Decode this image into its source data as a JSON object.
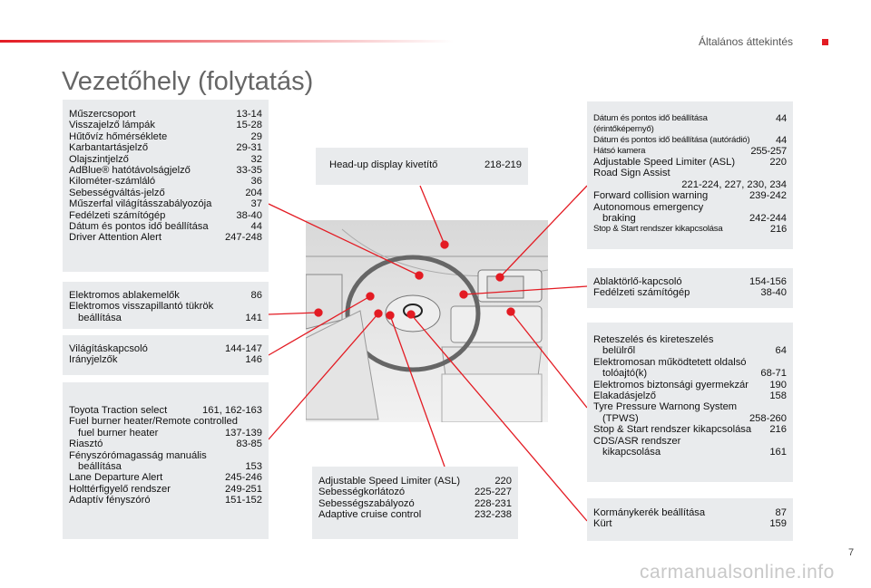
{
  "header": {
    "section": "Általános áttekintés",
    "title": "Vezetőhely (folytatás)",
    "page": "7"
  },
  "watermark": "carmanualsonline.info",
  "boxes": {
    "instruments": [
      [
        "Műszercsoport",
        "13-14"
      ],
      [
        "Visszajelző lámpák",
        "15-28"
      ],
      [
        "Hűtővíz hőmérséklete",
        "29"
      ],
      [
        "Karbantartásjelző",
        "29-31"
      ],
      [
        "Olajszintjelző",
        "32"
      ],
      [
        "AdBlue® hatótávolságjelző",
        "33-35"
      ],
      [
        "Kilométer-számláló",
        "36"
      ],
      [
        "Sebességváltás-jelző",
        "204"
      ],
      [
        "Műszerfal világításszabályozója",
        "37"
      ],
      [
        "Fedélzeti számítógép",
        "38-40"
      ],
      [
        "Dátum és pontos idő beállítása",
        "44"
      ],
      [
        "Driver Attention Alert",
        "247-248"
      ]
    ],
    "windows": {
      "a": "Elektromos ablakemelők",
      "a_p": "86",
      "b1": "Elektromos visszapillantó tükrök",
      "b2": "beállítása",
      "b_p": "141"
    },
    "lights": [
      [
        "Világításkapcsoló",
        "144-147"
      ],
      [
        "Irányjelzők",
        "146"
      ]
    ],
    "left_stalk": {
      "r1": "Toyota Traction select",
      "r1p": "161, 162-163",
      "r2a": "Fuel burner heater/Remote controlled",
      "r2b": "fuel burner heater",
      "r2p": "137-139",
      "r3": "Riasztó",
      "r3p": "83-85",
      "r4a": "Fényszórómagasság manuális",
      "r4b": "beállítása",
      "r4p": "153",
      "r5": "Lane Departure Alert",
      "r5p": "245-246",
      "r6": "Holttérfigyelő rendszer",
      "r6p": "249-251",
      "r7": "Adaptív fényszóró",
      "r7p": "151-152"
    },
    "hud": {
      "label": "Head-up display kivetítő",
      "page": "218-219"
    },
    "speed": [
      [
        "Adjustable Speed Limiter (ASL)",
        "220"
      ],
      [
        "Sebességkorlátozó",
        "225-227"
      ],
      [
        "Sebességszabályozó",
        "228-231"
      ],
      [
        "Adaptive cruise control",
        "232-238"
      ]
    ],
    "screen": {
      "c1": "Dátum és pontos idő beállítása (érintőképernyő)",
      "c1p": "44",
      "c2": "Dátum és pontos idő beállítása (autórádió)",
      "c2p": "44",
      "c3": "Hátsó kamera",
      "c3p": "255-257",
      "r1": "Adjustable Speed Limiter (ASL)",
      "r1p": "220",
      "r2": "Road Sign Assist",
      "r2p": "221-224, 227, 230, 234",
      "r3": "Forward collision warning",
      "r3p": "239-242",
      "r4a": "Autonomous emergency",
      "r4b": "braking",
      "r4p": "242-244",
      "c4": "Stop & Start rendszer kikapcsolása",
      "c4p": "216"
    },
    "wiper": [
      [
        "Ablaktörlő-kapcsoló",
        "154-156"
      ],
      [
        "Fedélzeti számítógép",
        "38-40"
      ]
    ],
    "center": {
      "r1a": "Reteszelés és kireteszelés",
      "r1b": "belülről",
      "r1p": "64",
      "r2a": "Elektromosan működtetett oldalsó",
      "r2b": "tolóajtó(k)",
      "r2p": "68-71",
      "r3": "Elektromos biztonsági gyermekzár",
      "r3p": "190",
      "r4": "Elakadásjelző",
      "r4p": "158",
      "r5a": "Tyre Pressure Warnong  System",
      "r5b": "(TPWS)",
      "r5p": "258-260",
      "r6": "Stop & Start rendszer kikapcsolása",
      "r6p": "216",
      "r7a": "CDS/ASR rendszer",
      "r7b": "kikapcsolása",
      "r7p": "161"
    },
    "steering": [
      [
        "Kormánykerék beállítása",
        "87"
      ],
      [
        "Kürt",
        "159"
      ]
    ]
  },
  "colors": {
    "accent": "#e31b23",
    "box": "#e9ebed"
  }
}
